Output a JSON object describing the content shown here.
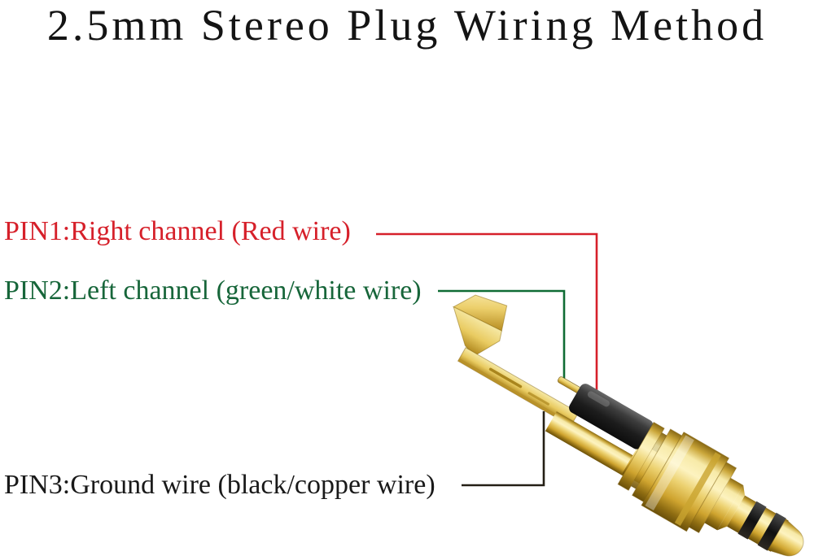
{
  "title": "2.5mm Stereo Plug Wiring Method",
  "labels": {
    "pin1": {
      "text": "PIN1:Right channel (Red wire)",
      "color": "#d6202a"
    },
    "pin2": {
      "text": "PIN2:Left channel (green/white wire)",
      "color": "#17663a"
    },
    "pin3": {
      "text": "PIN3:Ground wire (black/copper wire)",
      "color": "#191919"
    }
  },
  "figure": {
    "description": "Gold-plated 2.5mm stereo TRS plug photographed at an angle: bent ground solder lug at upper left, black insulator block with solder pins in the middle, gold barrel with flanges and nut, and tip with two black insulation rings at lower right",
    "colors": {
      "gold_highlight": "#fdf5c6",
      "gold_mid": "#e8c84f",
      "gold_shadow": "#7a5a08",
      "insulator_black": "#1d1d1d",
      "leader_red": "#d6202a",
      "leader_green": "#0f6c34",
      "leader_black": "#241f15"
    }
  }
}
